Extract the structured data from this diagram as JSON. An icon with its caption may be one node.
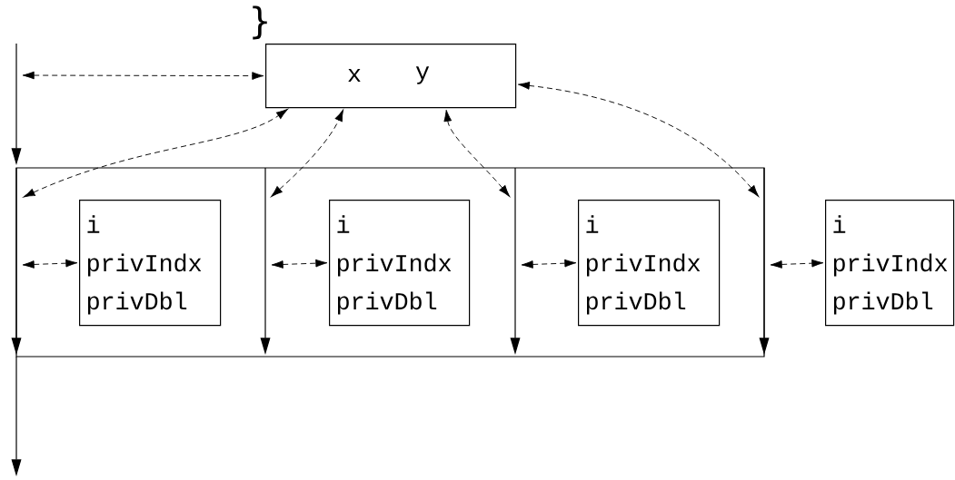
{
  "diagram": {
    "nodes": [
      {
        "text": [
          "x",
          "y"
        ]
      },
      {
        "text": [
          "i",
          "privIndx",
          "privDbl"
        ]
      },
      {
        "text": [
          "i",
          "privIndx",
          "privDbl"
        ]
      },
      {
        "text": [
          "i",
          "privIndx",
          "privDbl"
        ]
      },
      {
        "text": [
          "i",
          "privIndx",
          "privDbl"
        ]
      }
    ],
    "edges": [
      {
        "from": null,
        "to": 0,
        "arrow": "both",
        "style": "dashed"
      },
      {
        "from": null,
        "to": 0,
        "arrow": "both",
        "style": "dashed"
      },
      {
        "from": null,
        "to": 0,
        "arrow": "both",
        "style": "dashed"
      },
      {
        "from": null,
        "to": 0,
        "arrow": "both",
        "style": "dashed"
      },
      {
        "from": null,
        "to": 0,
        "arrow": "both",
        "style": "dashed"
      },
      {
        "from": null,
        "to": 1,
        "arrow": "both",
        "style": "dashed"
      },
      {
        "from": null,
        "to": 2,
        "arrow": "both",
        "style": "dashed"
      },
      {
        "from": null,
        "to": 3,
        "arrow": "both",
        "style": "dashed"
      },
      {
        "from": null,
        "to": 4,
        "arrow": "both",
        "style": "dashed"
      }
    ],
    "labels": [
      "}"
    ]
  }
}
